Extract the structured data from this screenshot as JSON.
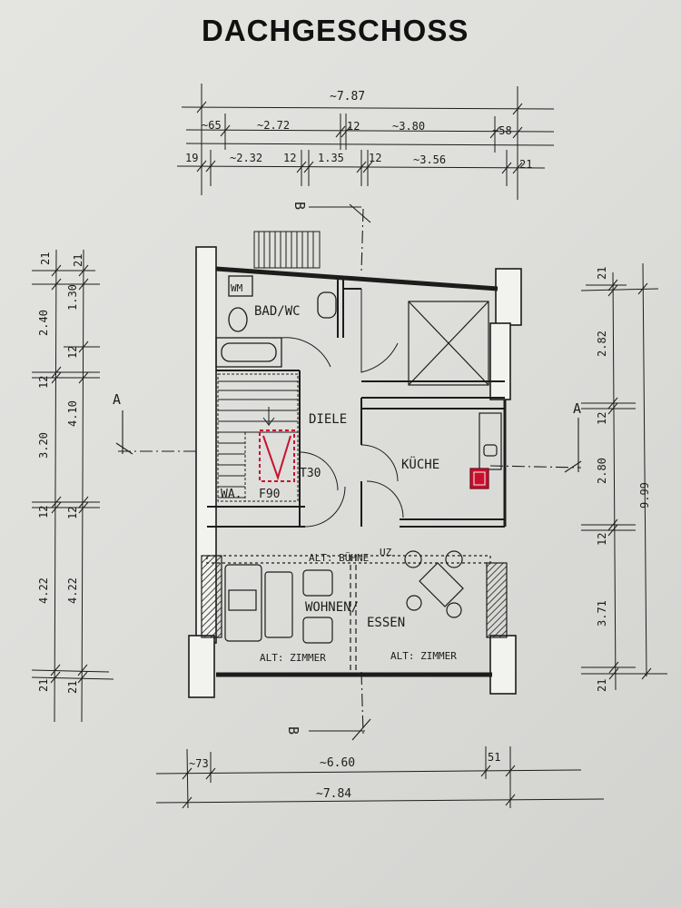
{
  "title": "DACHGESCHOSS",
  "rooms": {
    "bad": "BAD/WC",
    "wm": "WM",
    "diele": "DIELE",
    "kueche": "KÜCHE",
    "t30": "T30",
    "wa": "WA.",
    "f90": "F90",
    "wohnen": "WOHNEN/",
    "essen": "ESSEN",
    "alt_buehne": "ALT: BÜHNE",
    "uz": "UZ",
    "alt_zimmer_left": "ALT: ZIMMER",
    "alt_zimmer_right": "ALT: ZIMMER"
  },
  "section_marks": {
    "a_left": "A",
    "a_right": "A",
    "b_top": "B",
    "b_bottom": "B"
  },
  "dims_top": {
    "total": "~7.87",
    "row2": [
      "~65",
      "~2.72",
      "12",
      "~3.80",
      "~58"
    ],
    "row3": [
      "19",
      "~2.32",
      "12",
      "1.35",
      "12",
      "~3.56",
      "21"
    ]
  },
  "dims_bottom": {
    "row1": [
      "~73",
      "~6.60",
      "51"
    ],
    "total": "~7.84"
  },
  "dims_left_outer": [
    "21",
    "2.40",
    "12",
    "3.20",
    "12",
    "4.22",
    "21"
  ],
  "dims_left_inner": [
    "21",
    "1.30",
    "12",
    "4.10",
    "12",
    "4.22",
    "21"
  ],
  "dims_right_inner": [
    "21",
    "2.82",
    "12",
    "2.80",
    "12",
    "3.71",
    "21"
  ],
  "dims_right_outer": "9.99",
  "colors": {
    "ink": "#1c1c1c",
    "paper": "#e2e2df",
    "marker": "#c8102e"
  }
}
